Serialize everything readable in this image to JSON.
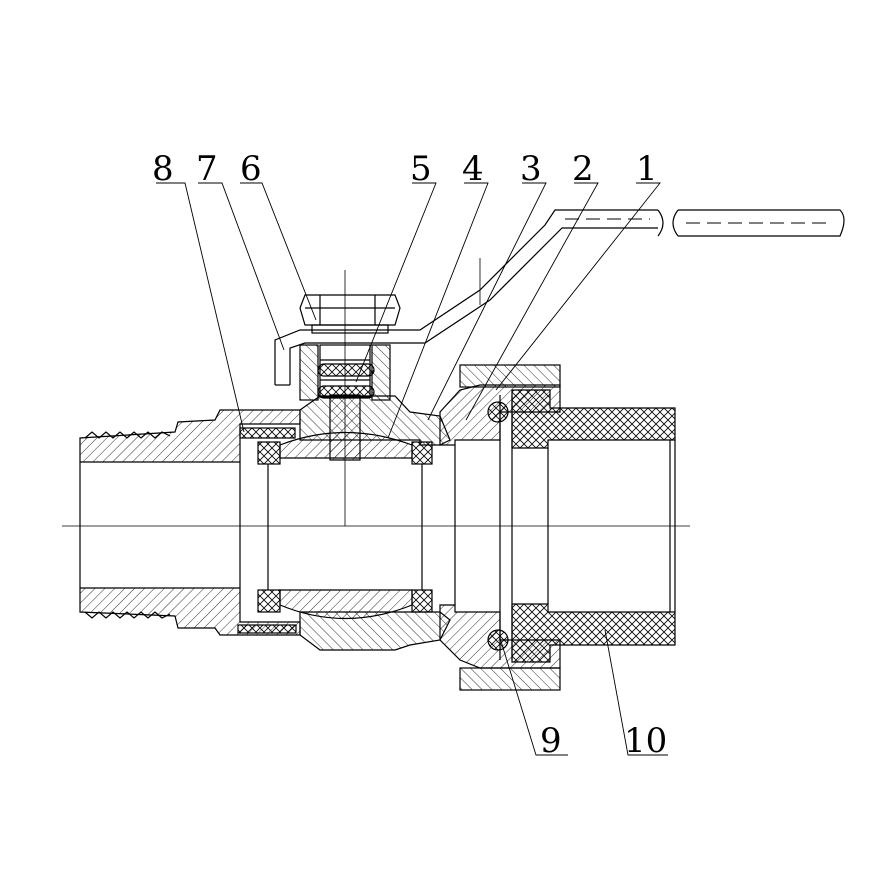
{
  "callouts": [
    {
      "label": "8"
    },
    {
      "label": "7"
    },
    {
      "label": "6"
    },
    {
      "label": "5"
    },
    {
      "label": "4"
    },
    {
      "label": "3"
    },
    {
      "label": "2"
    },
    {
      "label": "1"
    },
    {
      "label": "9"
    },
    {
      "label": "10"
    }
  ],
  "colors": {
    "line": "#000000",
    "background": "#ffffff"
  }
}
